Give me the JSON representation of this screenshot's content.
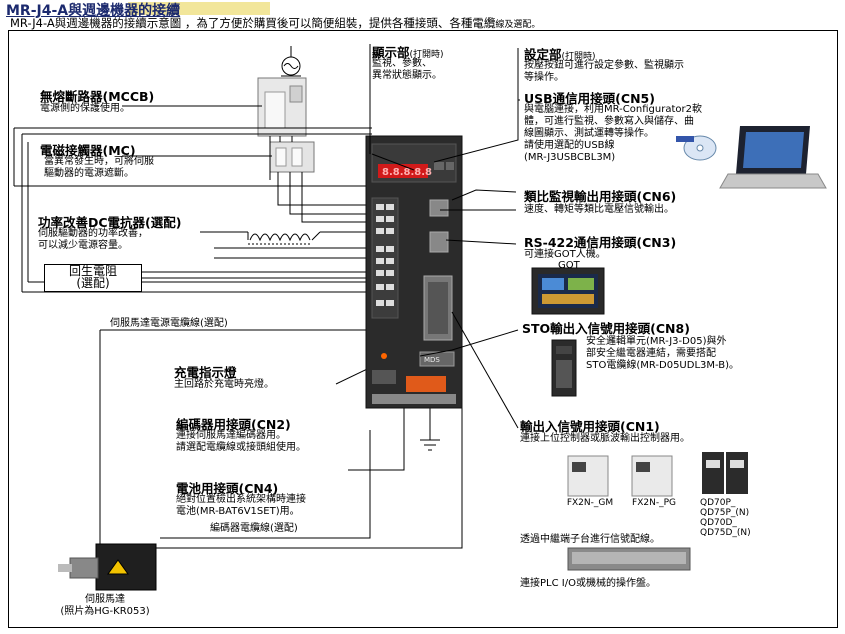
{
  "page": {
    "title": "MR-J4-A與週邊機器的接續",
    "subtitle": "MR-J4-A與週邊機器的接續示意圖 ，為了方便於購買後可以簡便組裝，提供各種接頭、各種電纜",
    "subtitle_small": "線及選配。"
  },
  "labels": {
    "mccb_title": "無熔斷路器(MCCB)",
    "mccb_desc": "電源側的保護使用。",
    "mc_title": "電磁接觸器(MC)",
    "mc_desc": "當異常發生時，可將伺服\n驅動器的電源遮斷。",
    "reactor_title": "功率改善DC電抗器(選配)",
    "reactor_desc": "伺服驅動器的功率改善，\n可以減少電源容量。",
    "regen_box": "回生電阻\n(選配)",
    "motor_cable": "伺服馬達電源電纜線(選配)",
    "charge_title": "充電指示燈",
    "charge_desc": "主回路於充電時亮燈。",
    "cn2_title": "編碼器用接頭(CN2)",
    "cn2_desc": "連接伺服馬達編碼器用。\n請選配電纜線或接頭組使用。",
    "cn4_title": "電池用接頭(CN4)",
    "cn4_desc": "絕對位置檢出系統架構時連接\n電池(MR-BAT6V1SET)用。",
    "encoder_cable": "編碼器電纜線(選配)",
    "motor_caption": "伺服馬達\n(照片為HG-KR053)",
    "display_title": "顯示部",
    "display_title_small": "(打開時)",
    "display_desc": "監視、參數、\n異常狀態顯示。",
    "setting_title": "設定部",
    "setting_title_small": "(打開時)",
    "setting_desc": "按壓按鈕可進行設定參數、監視顯示\n等操作。",
    "cn5_title": "USB通信用接頭(CN5)",
    "cn5_desc": "與電腦連接，利用MR-Configurator2軟\n體，可進行監視、參數寫入與儲存、曲\n線圖顯示、測試運轉等操作。\n請使用選配的USB線\n(MR-J3USBCBL3M)",
    "cn6_title": "類比監視輸出用接頭(CN6)",
    "cn6_desc": "速度、轉矩等類比電壓信號輸出。",
    "cn3_title": "RS-422通信用接頭(CN3)",
    "cn3_desc": "可連接GOT人機。",
    "got_label": "GOT",
    "cn8_title": "STO輸出入信號用接頭(CN8)",
    "cn8_desc": "安全邏輯單元(MR-J3-D05)與外\n部安全繼電器連結，需要搭配\nSTO電纜線(MR-D05UDL3M-B)。",
    "cn1_title": "輸出入信號用接頭(CN1)",
    "cn1_desc": "連接上位控制器或脈波輸出控制器用。",
    "plc1": "FX2N-_GM",
    "plc2": "FX2N-_PG",
    "plc3": "QD70P_\nQD75P_(N)\nQD70D_\nQD75D_(N)",
    "relay_desc": "透過中繼端子台進行信號配線。",
    "operation_desc": "連接PLC I/O或機械的操作盤。"
  },
  "colors": {
    "title": "#1c2a6e",
    "title_highlight": "#f2e69a",
    "drive_body": "#2b2b2b",
    "display_led": "#d11a1a",
    "terminal_orange": "#e05a1a"
  }
}
